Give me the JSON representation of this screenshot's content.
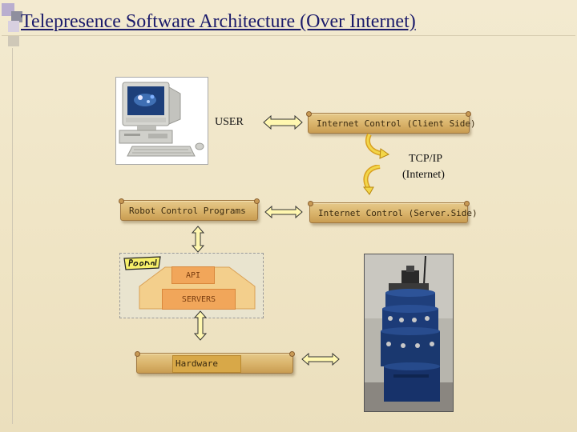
{
  "title": "Telepresence Software Architecture (Over Internet)",
  "labels": {
    "user": "USER",
    "client": "Internet Control (Client Side)",
    "tcpip_line1": "TCP/IP",
    "tcpip_line2": "(Internet)",
    "robot_control": "Robot Control Programs",
    "server": "Internet Control (Server.Side)",
    "api": "API",
    "servers": "SERVERS",
    "hardware": "Hardware"
  },
  "colors": {
    "title": "#1a1a6a",
    "scroll": "#d9b36a",
    "orange_box": "#f1a65a",
    "arrow_fill": "#fff7b0",
    "curved_arrow": "#f2d64a"
  },
  "icons": [
    "computer-icon",
    "robot-photo",
    "double-arrow-icon",
    "curved-arrow-icon",
    "robot-brand-icon"
  ]
}
